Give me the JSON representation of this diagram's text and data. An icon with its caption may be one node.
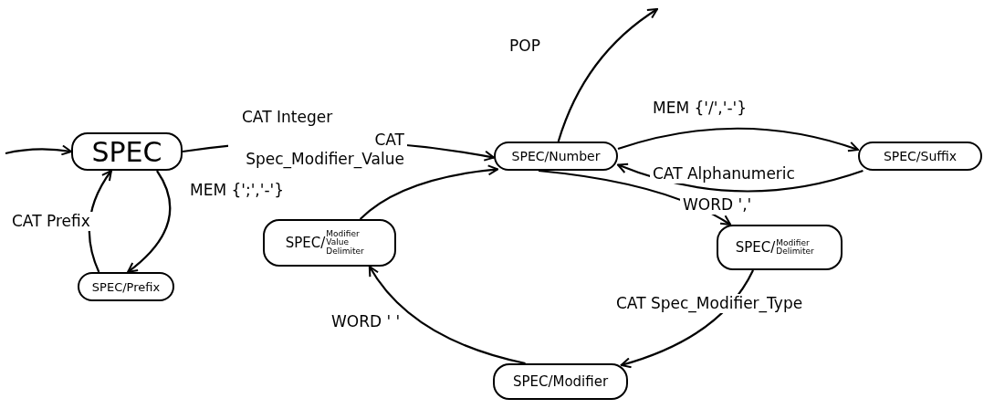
{
  "diagram": {
    "nodes": [
      {
        "text": [
          "SPEC"
        ]
      },
      {
        "text": [
          "SPEC/Number"
        ]
      },
      {
        "text": [
          "SPEC/Suffix"
        ]
      },
      {
        "text": [
          "SPEC/Prefix"
        ]
      },
      {
        "text": [
          "SPEC/",
          "Modifier Value Delimiter"
        ]
      },
      {
        "text": [
          "SPEC/",
          "Modifier Delimiter"
        ]
      },
      {
        "text": [
          "SPEC/Modifier"
        ]
      }
    ],
    "edges": [
      {
        "from": null,
        "to": 0,
        "arrow": "to"
      },
      {
        "from": 0,
        "to": 1,
        "arrow": "to",
        "label": "CAT Integer"
      },
      {
        "from": 1,
        "to": null,
        "arrow": "to",
        "label": "POP"
      },
      {
        "from": 1,
        "to": 2,
        "arrow": "to",
        "label": "MEM {'/','-'}"
      },
      {
        "from": 2,
        "to": 1,
        "arrow": "to",
        "label": "CAT Alphanumeric"
      },
      {
        "from": 0,
        "to": 3,
        "arrow": "to",
        "label": "MEM {';','-'}"
      },
      {
        "from": 3,
        "to": 0,
        "arrow": "to",
        "label": "CAT Prefix"
      },
      {
        "from": 1,
        "to": 5,
        "arrow": "to",
        "label": "WORD ','"
      },
      {
        "from": 5,
        "to": 6,
        "arrow": "to",
        "label": "CAT Spec_Modifier_Type"
      },
      {
        "from": 6,
        "to": 4,
        "arrow": "to",
        "label": "WORD ' '"
      },
      {
        "from": 4,
        "to": 1,
        "arrow": "to",
        "label": "CAT Spec_Modifier_Value"
      }
    ]
  }
}
